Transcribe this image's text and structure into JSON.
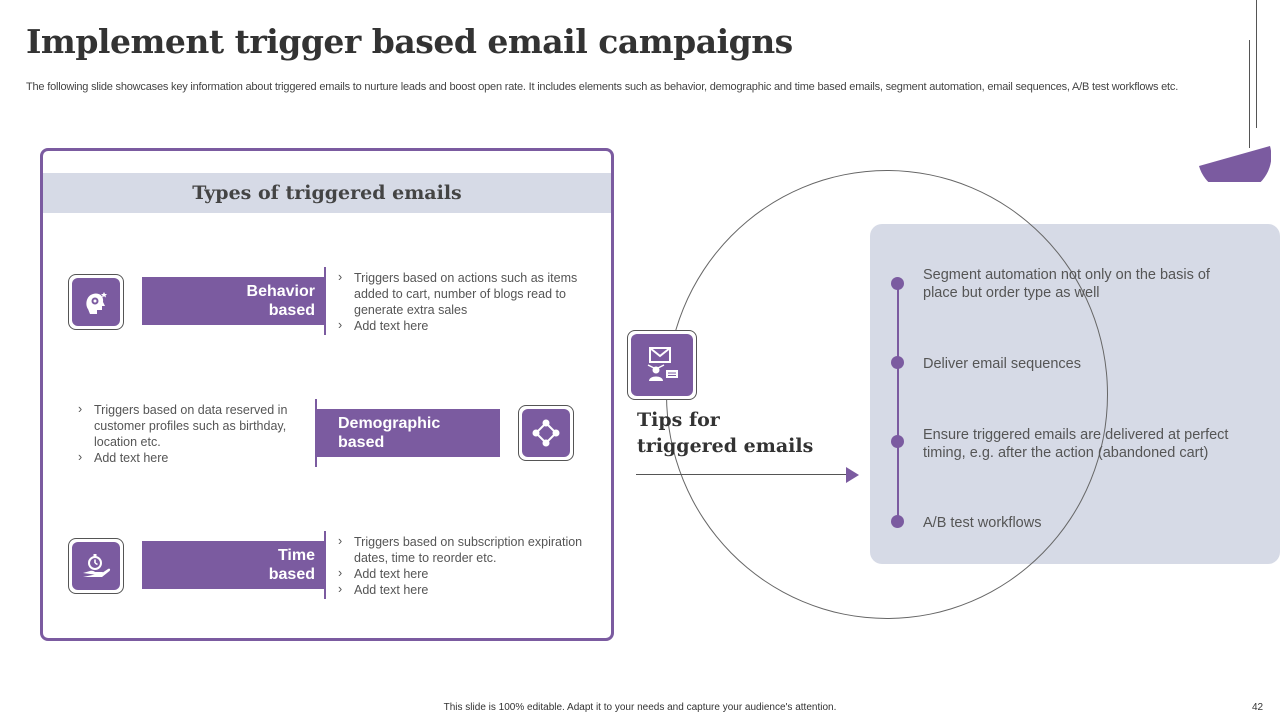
{
  "title": "Implement trigger based email campaigns",
  "subtitle": "The following slide showcases key information about triggered emails to nurture leads and boost open rate. It includes elements such as behavior, demographic and time based emails, segment automation, email sequences, A/B test workflows etc.",
  "left_panel": {
    "header": "Types of triggered emails",
    "items": [
      {
        "label_line1": "Behavior",
        "label_line2": "based",
        "icon": "behavior-head-icon",
        "bullets": [
          "Triggers based on actions such as items added to cart, number of blogs read to generate extra sales",
          "Add text here"
        ]
      },
      {
        "label_line1": "Demographic",
        "label_line2": "based",
        "icon": "network-diamond-icon",
        "bullets": [
          "Triggers based on data reserved in customer profiles such as birthday, location etc.",
          "Add text here"
        ]
      },
      {
        "label_line1": "Time",
        "label_line2": "based",
        "icon": "stopwatch-hand-icon",
        "bullets": [
          "Triggers based on subscription expiration dates, time to reorder etc.",
          "Add text here",
          "Add text here"
        ]
      }
    ]
  },
  "tips": {
    "title_line1": "Tips for",
    "title_line2": "triggered emails",
    "icon": "email-user-icon",
    "items": [
      "Segment automation not only on the basis of place but order type as well",
      "Deliver email sequences",
      "Ensure triggered emails are delivered at perfect timing, e.g. after the action (abandoned cart)",
      "A/B test workflows"
    ]
  },
  "footer": "This slide is 100% editable. Adapt it to your needs and capture your audience's attention.",
  "page_number": "42",
  "colors": {
    "accent": "#7b5ba0",
    "panel": "#d6dae6",
    "text": "#555555"
  }
}
